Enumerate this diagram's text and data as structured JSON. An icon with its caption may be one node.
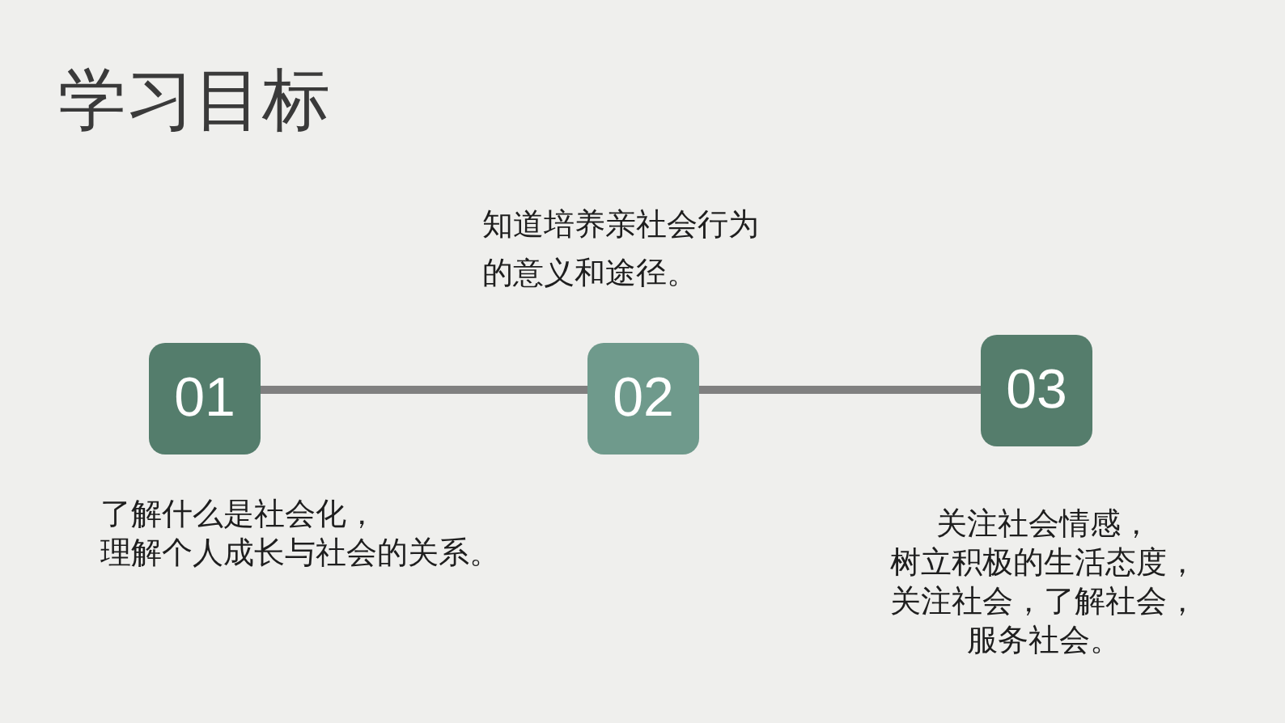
{
  "diagram": {
    "title": "学习目标",
    "nodes": [
      {
        "text": [
          "01"
        ],
        "beside": [
          "了解什么是社会化，",
          "理解个人成长与社会的关系。"
        ]
      },
      {
        "text": [
          "02"
        ],
        "beside": [
          "知道培养亲社会行为的意义和途径。"
        ]
      },
      {
        "text": [
          "03"
        ],
        "beside": [
          "关注社会情感，",
          "树立积极的生活态度，",
          "关注社会，了解社会，",
          "服务社会。"
        ]
      }
    ],
    "edges": [
      {
        "from": 0,
        "to": 1,
        "arrow": "none"
      },
      {
        "from": 1,
        "to": 2,
        "arrow": "none"
      }
    ]
  }
}
